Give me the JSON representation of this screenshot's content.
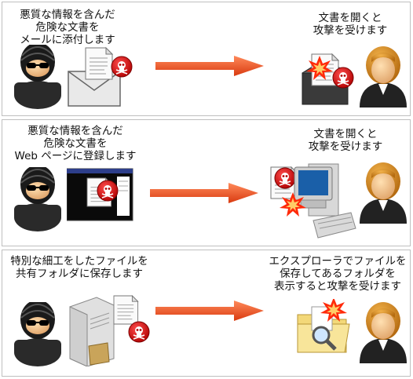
{
  "scenarios": [
    {
      "attacker_text": "悪質な情報を含んだ\n危険な文書を\nメールに添付します",
      "victim_text": "文書を開くと\n攻撃を受けます"
    },
    {
      "attacker_text": "悪質な情報を含んだ\n危険な文書を\nWeb ページに登録します",
      "victim_text": "文書を開くと\n攻撃を受けます"
    },
    {
      "attacker_text": "特別な細工をしたファイルを\n共有フォルダに保存します",
      "victim_text": "エクスプローラでファイルを\n保存してあるフォルダを\n表示すると攻撃を受けます"
    }
  ],
  "colors": {
    "arrow": "#e8481e",
    "danger": "#d00000",
    "panel_border": "#bfbfbf"
  }
}
